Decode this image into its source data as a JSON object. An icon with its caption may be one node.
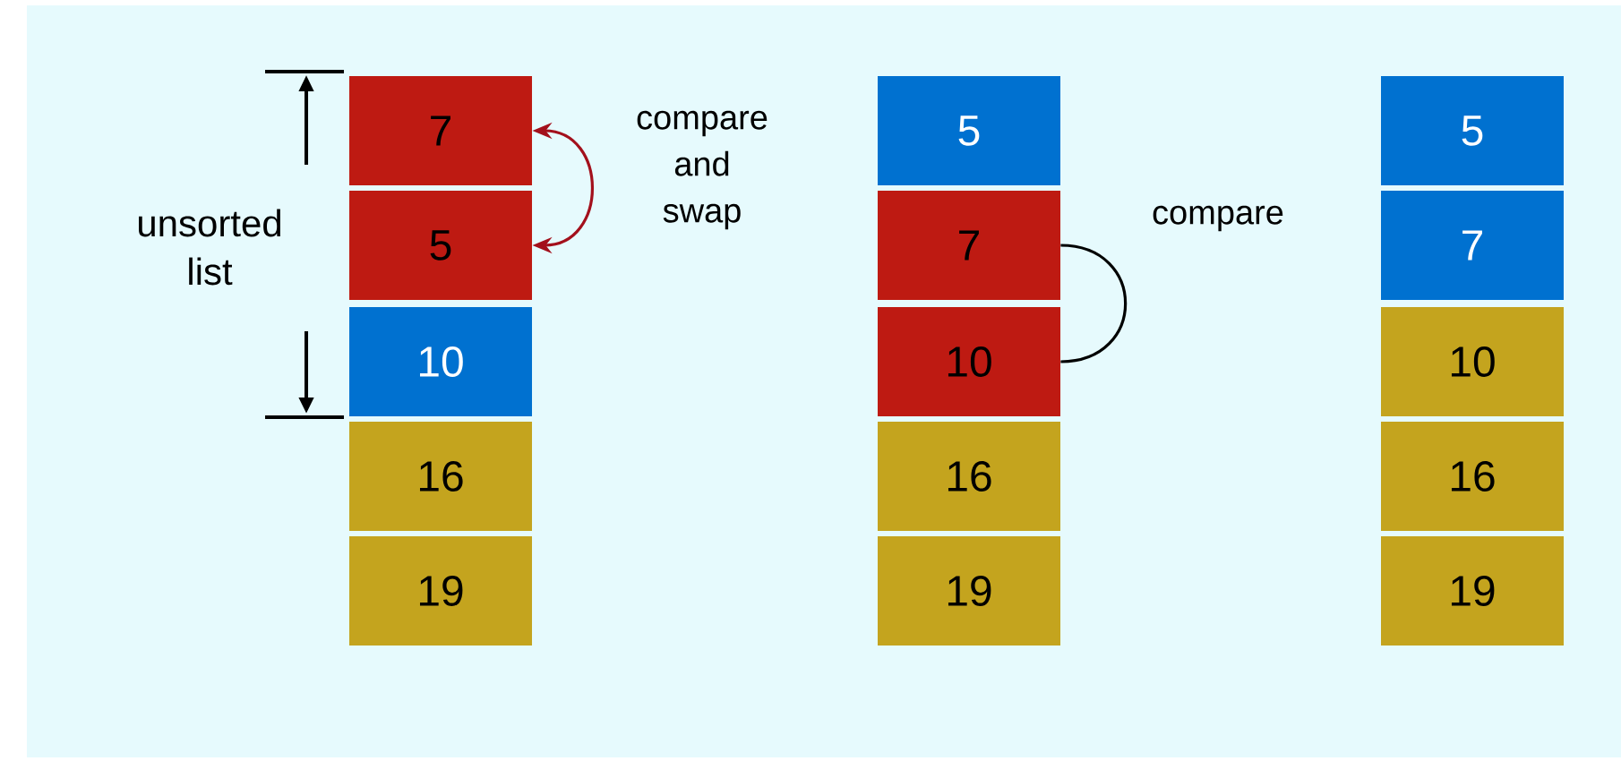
{
  "diagram": {
    "nodes": [
      {
        "text": [
          "7"
        ]
      },
      {
        "text": [
          "5"
        ]
      },
      {
        "text": [
          "10"
        ]
      },
      {
        "text": [
          "16"
        ]
      },
      {
        "text": [
          "19"
        ]
      },
      {
        "text": [
          "5"
        ]
      },
      {
        "text": [
          "7"
        ]
      },
      {
        "text": [
          "10"
        ]
      },
      {
        "text": [
          "16"
        ]
      },
      {
        "text": [
          "19"
        ]
      },
      {
        "text": [
          "5"
        ]
      },
      {
        "text": [
          "7"
        ]
      },
      {
        "text": [
          "10"
        ]
      },
      {
        "text": [
          "16"
        ]
      },
      {
        "text": [
          "19"
        ]
      }
    ],
    "edges": [
      {
        "from": 0,
        "to": 1,
        "arrow": "both",
        "label": "compare and swap",
        "color": "#a3101c"
      },
      {
        "from": 6,
        "to": 7,
        "arrow": "none",
        "label": "compare",
        "color": "#000000"
      }
    ],
    "labels": [
      "unsorted list"
    ]
  }
}
